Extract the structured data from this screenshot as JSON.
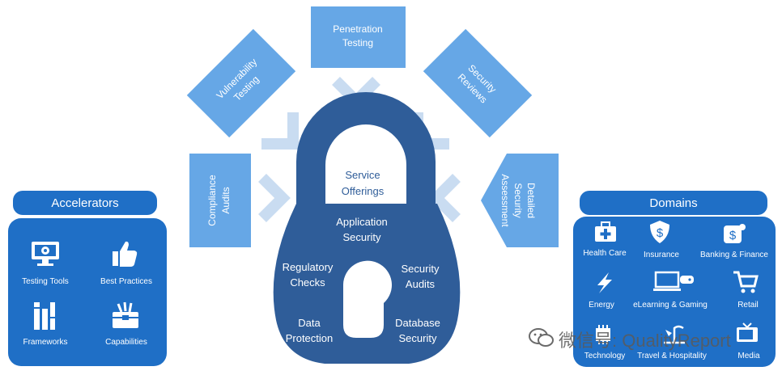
{
  "colors": {
    "lock_body": "#2f5d99",
    "lock_shackle": "#2f5d99",
    "lock_keyhole": "#ffffff",
    "method_box": "#66a7e6",
    "method_arrow": "#c9dcf1",
    "panel_blue": "#1f6fc6"
  },
  "lock": {
    "service": {
      "line1": "Service",
      "line2": "Offerings"
    },
    "items": [
      {
        "line1": "Application",
        "line2": "Security"
      },
      {
        "line1": "Regulatory",
        "line2": "Checks"
      },
      {
        "line1": "Security",
        "line2": "Audits"
      },
      {
        "line1": "Data",
        "line2": "Protection"
      },
      {
        "line1": "Database",
        "line2": "Security"
      }
    ]
  },
  "methods": {
    "penetration": {
      "line1": "Penetration",
      "line2": "Testing"
    },
    "vulnerability": {
      "line1": "Vulnerability",
      "line2": "Testing"
    },
    "security_reviews": {
      "line1": "Security",
      "line2": "Reviews"
    },
    "compliance": {
      "line1": "Compliance",
      "line2": "Audits"
    },
    "detailed": {
      "line1": "Detailed",
      "line2": "Security",
      "line3": "Assessment"
    }
  },
  "accelerators": {
    "title": "Accelerators",
    "items": [
      {
        "label": "Testing Tools",
        "icon": "monitor-gear-icon"
      },
      {
        "label": "Best Practices",
        "icon": "thumbs-up-icon"
      },
      {
        "label": "Frameworks",
        "icon": "frameworks-icon"
      },
      {
        "label": "Capabilities",
        "icon": "toolbox-icon"
      }
    ]
  },
  "domains": {
    "title": "Domains",
    "items": [
      {
        "label": "Health Care",
        "icon": "medical-kit-icon"
      },
      {
        "label": "Insurance",
        "icon": "shield-dollar-icon"
      },
      {
        "label": "Banking & Finance",
        "icon": "coins-icon"
      },
      {
        "label": "Energy",
        "icon": "lightning-icon"
      },
      {
        "label": "eLearning & Gaming",
        "icon": "laptop-gamepad-icon"
      },
      {
        "label": "Retail",
        "icon": "shopping-cart-icon"
      },
      {
        "label": "Technology",
        "icon": "technology-icon"
      },
      {
        "label": "Travel & Hospitality",
        "icon": "travel-icon"
      },
      {
        "label": "Media",
        "icon": "tv-icon"
      }
    ]
  },
  "watermark": {
    "text": "微信号: QualityReport",
    "icon": "wechat-icon"
  }
}
